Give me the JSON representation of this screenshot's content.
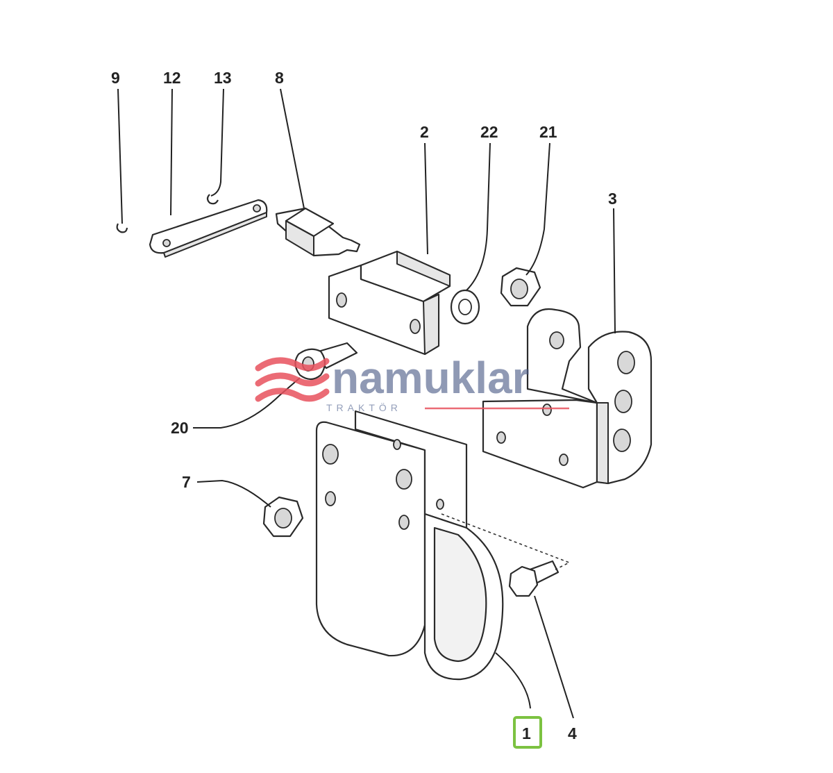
{
  "diagram": {
    "callouts": [
      {
        "id": "p9",
        "label": "9"
      },
      {
        "id": "p12",
        "label": "12"
      },
      {
        "id": "p13",
        "label": "13"
      },
      {
        "id": "p8",
        "label": "8"
      },
      {
        "id": "p2",
        "label": "2"
      },
      {
        "id": "p22",
        "label": "22"
      },
      {
        "id": "p21",
        "label": "21"
      },
      {
        "id": "p3",
        "label": "3"
      },
      {
        "id": "p20",
        "label": "20"
      },
      {
        "id": "p7",
        "label": "7"
      },
      {
        "id": "p1",
        "label": "1"
      },
      {
        "id": "p4",
        "label": "4"
      }
    ],
    "highlighted_part": "1",
    "highlight_color": "#7cc241"
  },
  "watermark": {
    "brand": "namuklar",
    "subtitle": "TRAKTÖR",
    "logo_color": "#e8525e",
    "text_color": "#4a5a86"
  }
}
